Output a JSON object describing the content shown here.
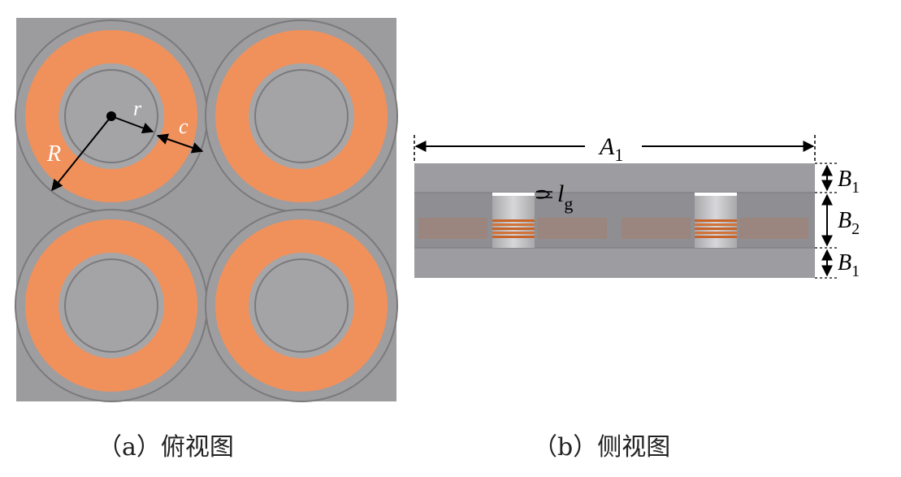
{
  "panel_a": {
    "caption": "（a）俯视图",
    "labels": {
      "r": "r",
      "c": "c",
      "R": "R"
    }
  },
  "panel_b": {
    "caption": "（b）侧视图",
    "labels": {
      "A1_main": "A",
      "A1_sub": "1",
      "lg_main": "l",
      "lg_sub": "g",
      "B1_top_main": "B",
      "B1_top_sub": "1",
      "B2_main": "B",
      "B2_sub": "2",
      "B1_bot_main": "B",
      "B1_bot_sub": "1"
    }
  },
  "colors": {
    "background": "#9c9b9e",
    "ring_orange": "#f0915c",
    "ring_outline": "#7a797c",
    "coil_dark": "#c8642a",
    "arrow": "#000000",
    "label_white": "#ffffff"
  }
}
